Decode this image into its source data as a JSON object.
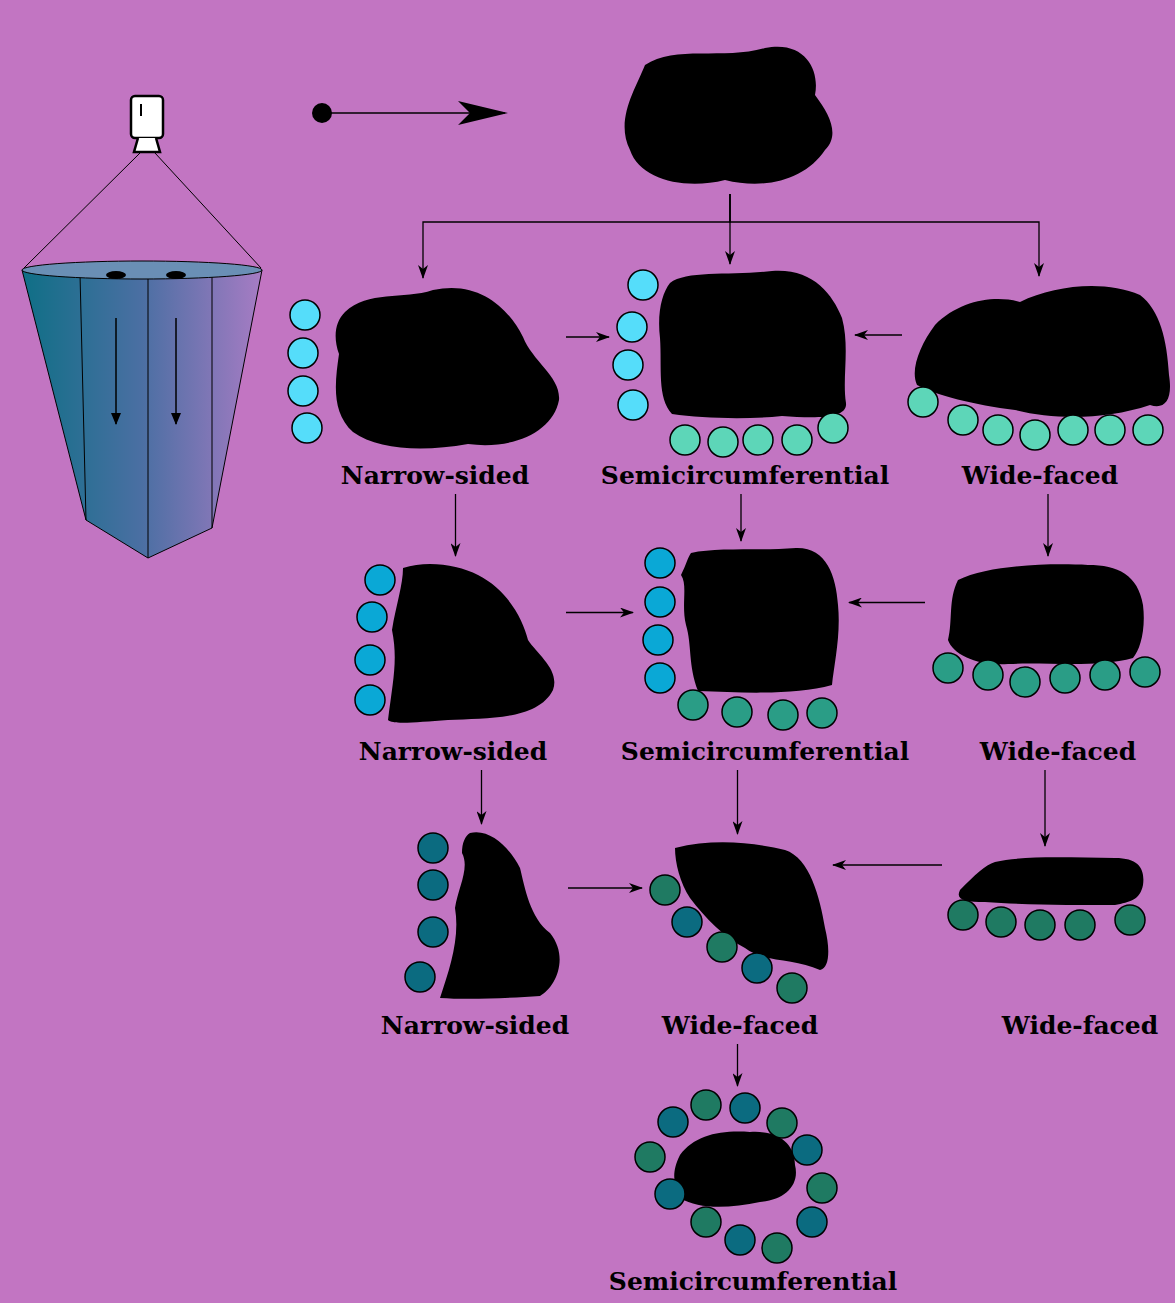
{
  "diagram": {
    "nodes": [
      {
        "text": []
      },
      {
        "text": [
          "Narrow-sided"
        ]
      },
      {
        "text": [
          "Semicircumferential"
        ]
      },
      {
        "text": [
          "Wide-faced"
        ]
      },
      {
        "text": [
          "Narrow-sided"
        ]
      },
      {
        "text": [
          "Semicircumferential"
        ]
      },
      {
        "text": [
          "Wide-faced"
        ]
      },
      {
        "text": [
          "Narrow-sided"
        ]
      },
      {
        "text": [
          "Wide-faced"
        ]
      },
      {
        "text": [
          "Wide-faced"
        ]
      },
      {
        "text": [
          "Semicircumferential"
        ]
      }
    ],
    "edges": [
      {
        "from": 0,
        "to": 1,
        "arrow": "to"
      },
      {
        "from": 0,
        "to": 2,
        "arrow": "to"
      },
      {
        "from": 0,
        "to": 3,
        "arrow": "to"
      },
      {
        "from": 1,
        "to": 2,
        "arrow": "to"
      },
      {
        "from": 3,
        "to": 2,
        "arrow": "to"
      },
      {
        "from": 1,
        "to": 4,
        "arrow": "to"
      },
      {
        "from": 2,
        "to": 5,
        "arrow": "to"
      },
      {
        "from": 3,
        "to": 6,
        "arrow": "to"
      },
      {
        "from": 4,
        "to": 5,
        "arrow": "to"
      },
      {
        "from": 6,
        "to": 5,
        "arrow": "to"
      },
      {
        "from": 4,
        "to": 7,
        "arrow": "to"
      },
      {
        "from": 5,
        "to": 8,
        "arrow": "to"
      },
      {
        "from": 6,
        "to": 9,
        "arrow": "to"
      },
      {
        "from": 7,
        "to": 8,
        "arrow": "to"
      },
      {
        "from": 9,
        "to": 8,
        "arrow": "to"
      },
      {
        "from": 8,
        "to": 10,
        "arrow": "to"
      }
    ]
  }
}
